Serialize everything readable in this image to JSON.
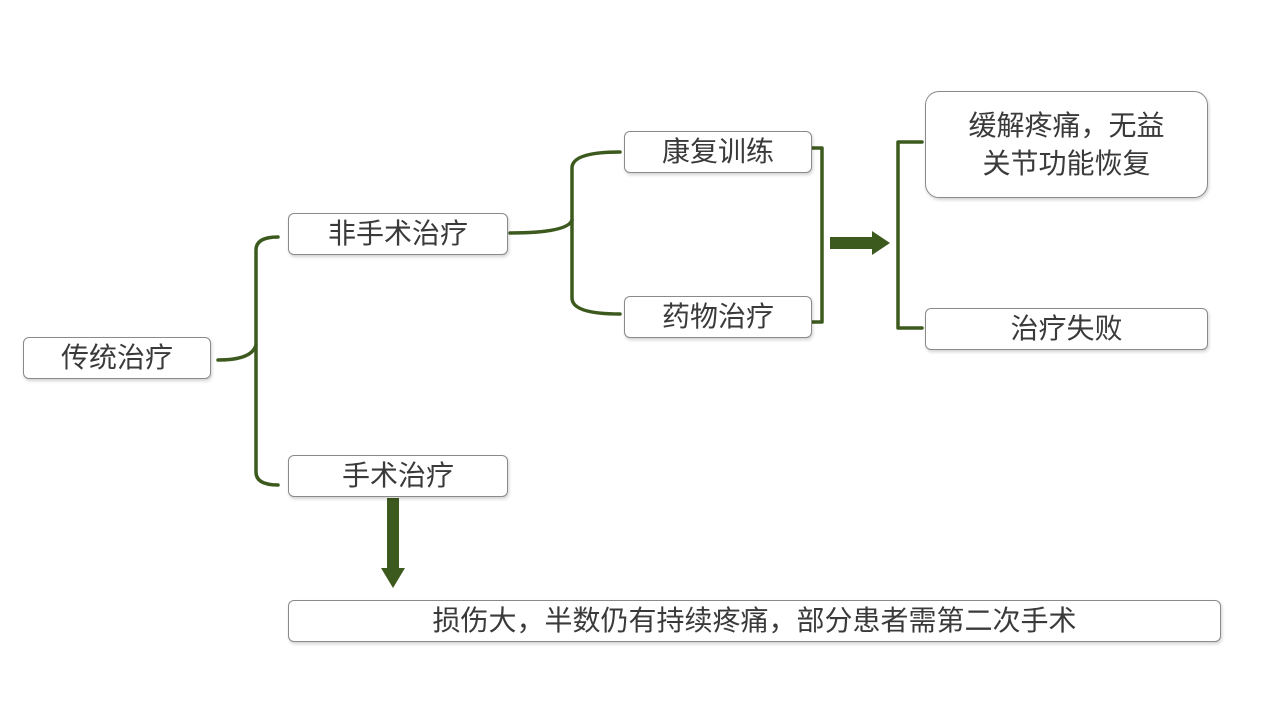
{
  "nodes": {
    "traditional": "传统治疗",
    "non_surgical": "非手术治疗",
    "surgical": "手术治疗",
    "rehab": "康复训练",
    "medication": "药物治疗",
    "outcome_relief_line1": "缓解疼痛，无益",
    "outcome_relief_line2": "关节功能恢复",
    "outcome_failure": "治疗失败",
    "surgical_outcome": "损伤大，半数仍有持续疼痛，部分患者需第二次手术"
  },
  "colors": {
    "connector": "#3d5a1e",
    "box_border": "#8a8a8a",
    "text": "#3a3a3a"
  }
}
